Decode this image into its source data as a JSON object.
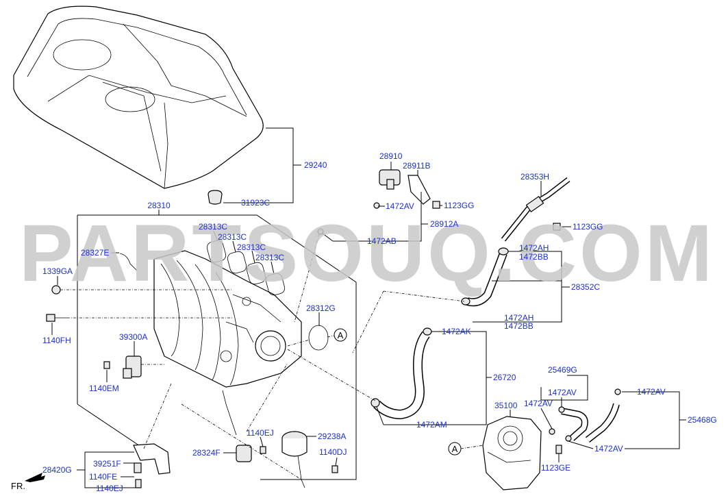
{
  "watermark": "PARTSOUQ.COM",
  "direction": "FR.",
  "callout": "A",
  "labels": {
    "p29240": "29240",
    "p31923C": "31923C",
    "p28310": "28310",
    "p28313C_1": "28313C",
    "p28313C_2": "28313C",
    "p28313C_3": "28313C",
    "p28313C_4": "28313C",
    "p28327E": "28327E",
    "p1339GA": "1339GA",
    "p1140FH": "1140FH",
    "p39300A": "39300A",
    "p1140EM": "1140EM",
    "p28420G": "28420G",
    "p39251F": "39251F",
    "p1140FE": "1140FE",
    "p1140EJ_1": "1140EJ",
    "p28312G": "28312G",
    "p1140EJ_2": "1140EJ",
    "p28324F": "28324F",
    "p29238A": "29238A",
    "p1140DJ": "1140DJ",
    "p28910": "28910",
    "p28911B": "28911B",
    "p1472AV_1": "1472AV",
    "p1123GG_1": "1123GG",
    "p28912A": "28912A",
    "p1472AB": "1472AB",
    "p28353H": "28353H",
    "p1123GG_2": "1123GG",
    "p1472AH_1": "1472AH",
    "p1472BB_1": "1472BB",
    "p28352C": "28352C",
    "p1472AH_2": "1472AH",
    "p1472BB_2": "1472BB",
    "p1472AK": "1472AK",
    "p26720": "26720",
    "p1472AM": "1472AM",
    "p25469G": "25469G",
    "p1472AV_2": "1472AV",
    "p1472AV_3": "1472AV",
    "p35100": "35100",
    "p1472AV_4": "1472AV",
    "p25468G": "25468G",
    "p1472AV_5": "1472AV",
    "p1123GE": "1123GE"
  }
}
